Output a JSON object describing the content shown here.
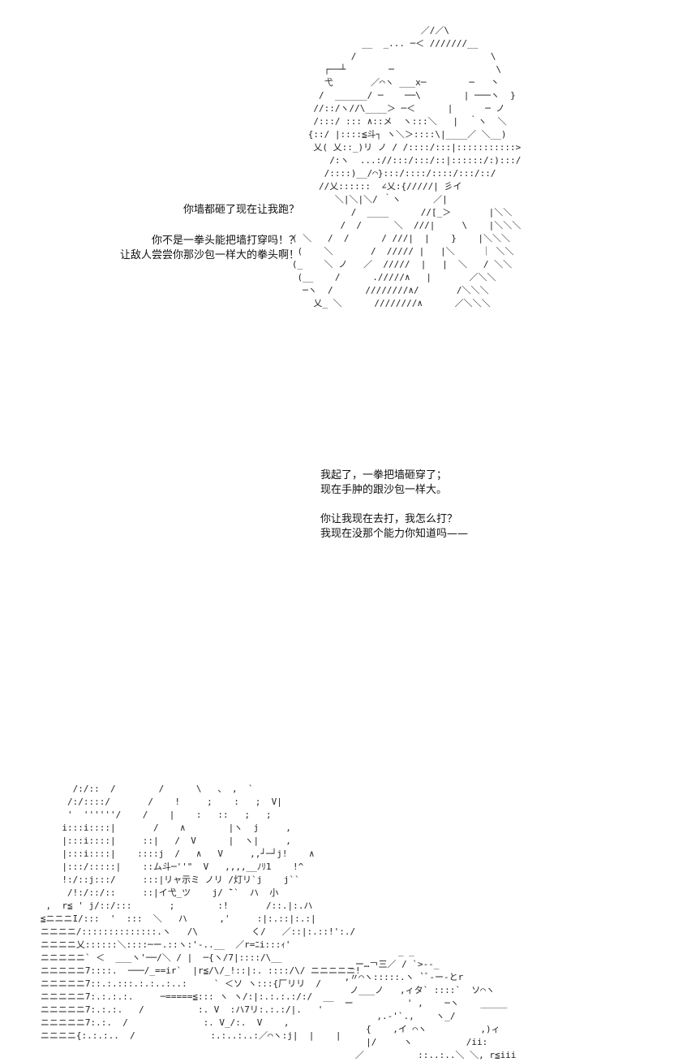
{
  "panels": {
    "top": {
      "speech": [
        "你墙都砸了现在让我跑？",
        "",
        "你不是一拳头能把墙打穿吗！？",
        "让敌人尝尝你那沙包一样大的拳头啊！"
      ]
    },
    "bottom": {
      "speech": [
        "我起了，一拳把墙砸穿了；",
        "现在手肿的跟沙包一样大。",
        "",
        "你让我现在去打，我怎么打？",
        "我现在没那个能力你知道吗——"
      ]
    }
  }
}
